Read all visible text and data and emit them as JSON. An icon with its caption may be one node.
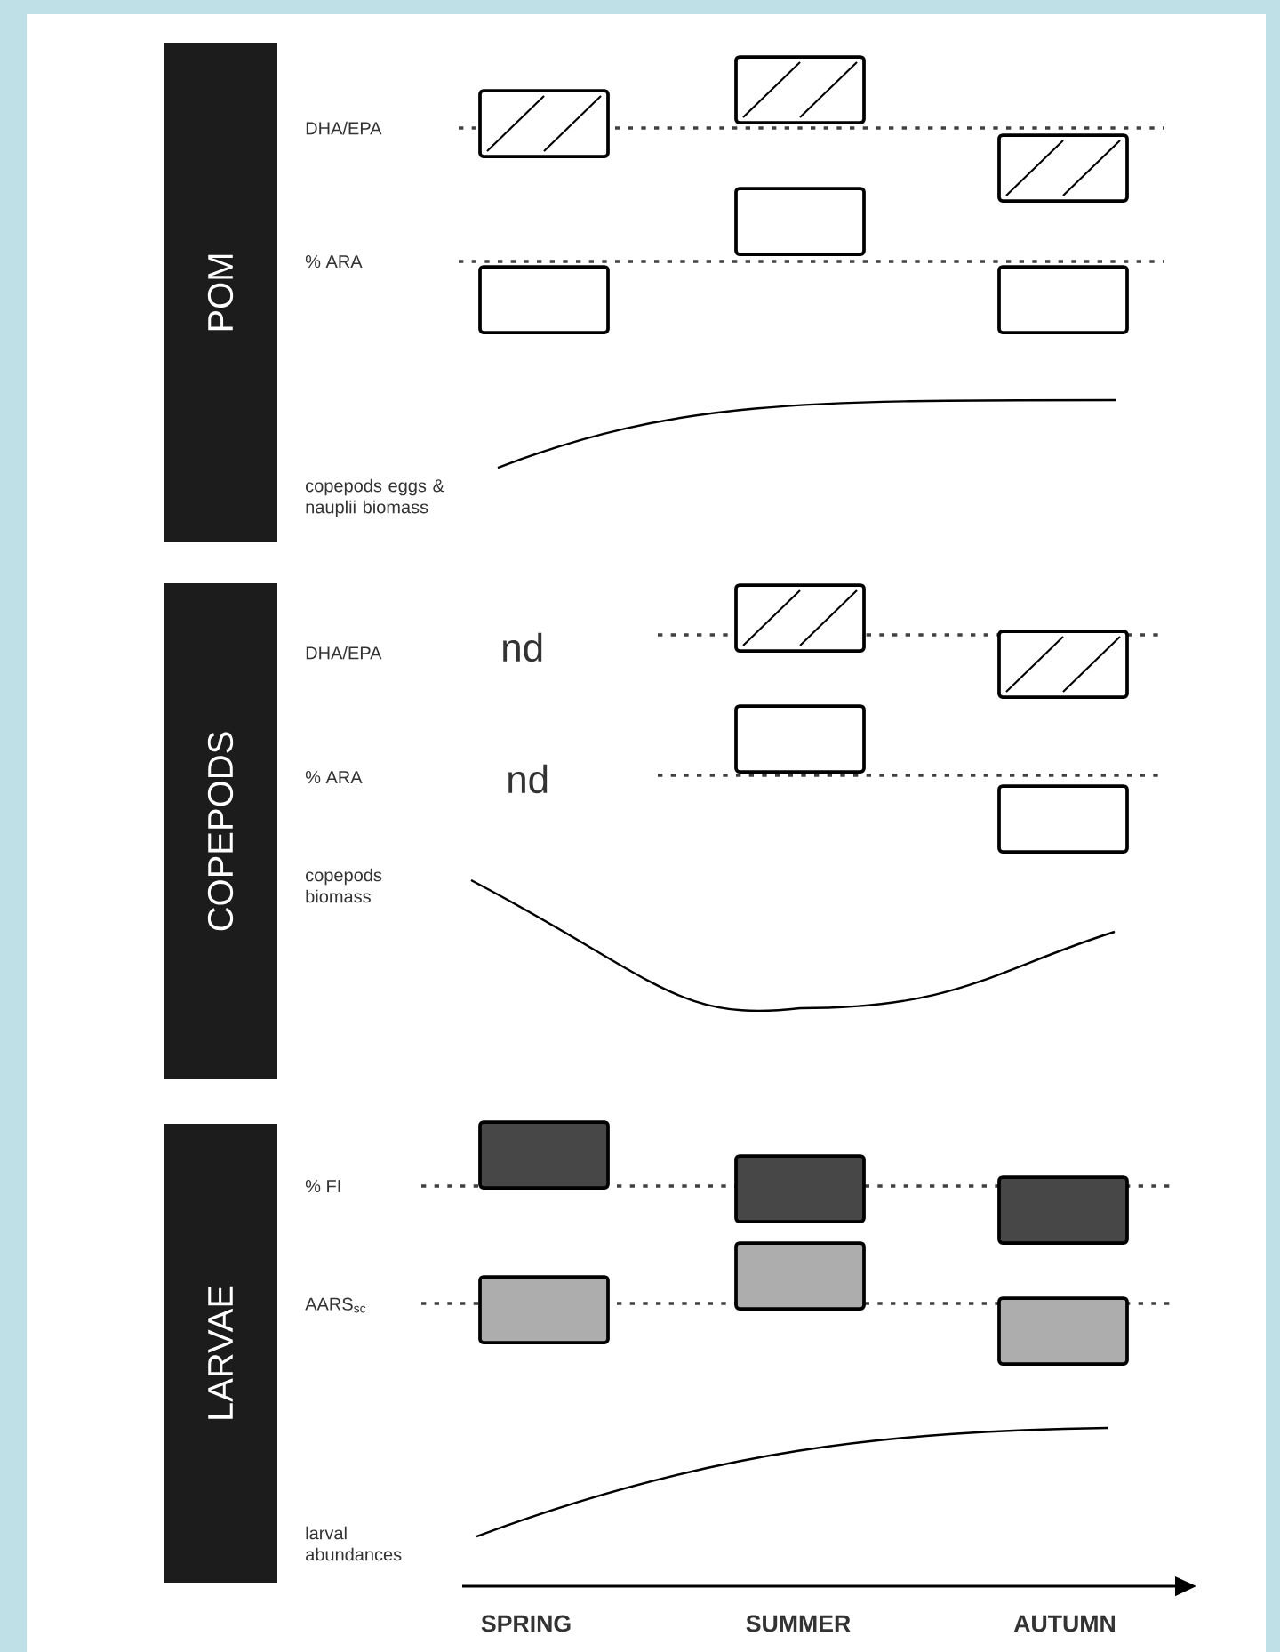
{
  "diagram": {
    "nodes": [
      {
        "text": [
          "POM"
        ]
      },
      {
        "text": [
          "COPEPODS"
        ]
      },
      {
        "text": [
          "LARVAE"
        ]
      },
      {
        "text": [],
        "shape": "box"
      },
      {
        "text": [],
        "shape": "box"
      },
      {
        "text": [],
        "shape": "box"
      },
      {
        "text": [],
        "shape": "box"
      },
      {
        "text": [],
        "shape": "box"
      },
      {
        "text": [],
        "shape": "box"
      },
      {
        "text": [],
        "shape": "box"
      },
      {
        "text": [],
        "shape": "box"
      },
      {
        "text": [],
        "shape": "box"
      },
      {
        "text": [],
        "shape": "box"
      },
      {
        "text": [],
        "shape": "box"
      },
      {
        "text": [],
        "shape": "box"
      },
      {
        "text": [],
        "shape": "box"
      },
      {
        "text": [],
        "shape": "box"
      },
      {
        "text": [],
        "shape": "box"
      },
      {
        "text": [],
        "shape": "box"
      }
    ],
    "labels": [
      "DHA/EPA",
      "% ARA",
      "copepods eggs & nauplii biomass",
      "DHA/EPA",
      "nd",
      "% ARA",
      "nd",
      "copepods biomass",
      "% FI",
      "AARS$_{sc}$",
      "larval abundances",
      "SPRING",
      "SUMMER",
      "AUTUMN"
    ]
  }
}
